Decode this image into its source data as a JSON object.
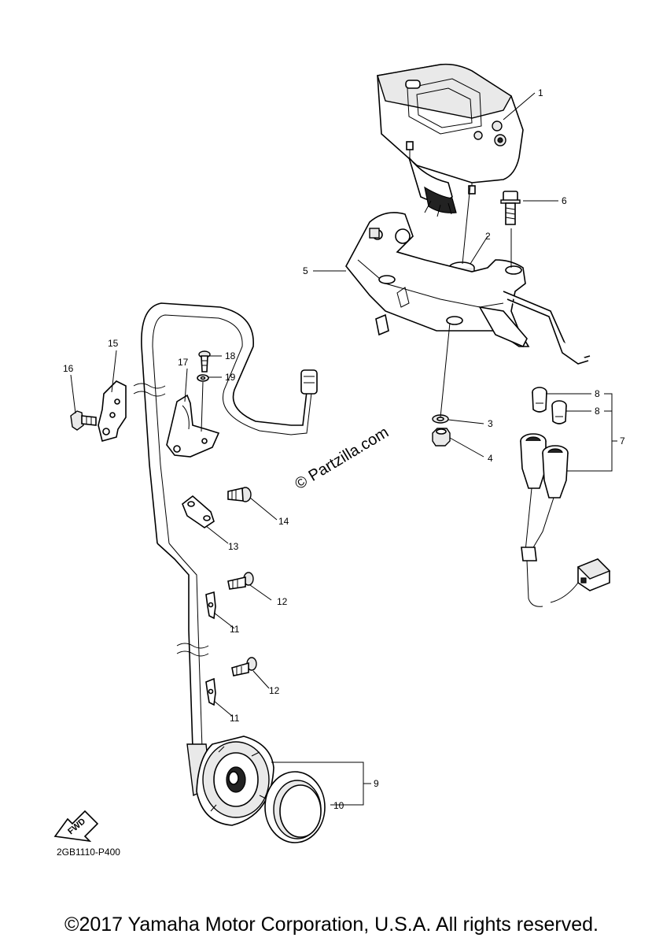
{
  "diagram_code": "2GB1110-P400",
  "watermark": "© Partzilla.com",
  "fwd_label": "FWD",
  "copyright": "©2017 Yamaha Motor Corporation, U.S.A. All rights reserved.",
  "callouts": {
    "c1": "1",
    "c2": "2",
    "c3": "3",
    "c4": "4",
    "c5": "5",
    "c6": "6",
    "c7": "7",
    "c8a": "8",
    "c8b": "8",
    "c9": "9",
    "c10": "10",
    "c11a": "11",
    "c11b": "11",
    "c12a": "12",
    "c12b": "12",
    "c13": "13",
    "c14": "14",
    "c15": "15",
    "c16": "16",
    "c17": "17",
    "c18": "18",
    "c19": "19"
  }
}
